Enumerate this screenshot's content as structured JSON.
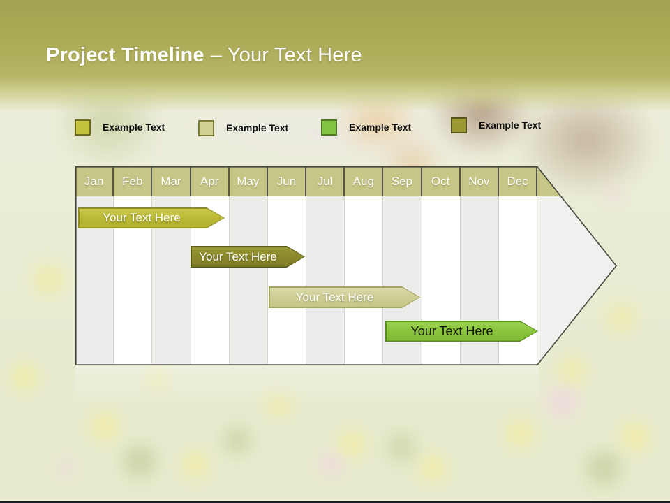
{
  "slide": {
    "title": {
      "bold": "Project Timeline",
      "light": "– Your Text Here"
    },
    "theme": {
      "band_olive": "#aaa957",
      "header_cell_fill": "#c6c687",
      "bottom_edge_color": "#181d26"
    }
  },
  "legend": {
    "items": [
      {
        "label": "Example Text",
        "color": "#c3c33e",
        "border": "#6e6e1e"
      },
      {
        "label": "Example Text",
        "color": "#d2d294",
        "border": "#7c7c3a"
      },
      {
        "label": "Example Text",
        "color": "#82c341",
        "border": "#4c7a1d"
      },
      {
        "label": "Example Text",
        "color": "#9b9733",
        "border": "#55531a"
      }
    ]
  },
  "timeline": {
    "months": [
      "Jan",
      "Feb",
      "Mar",
      "Apr",
      "May",
      "Jun",
      "Jul",
      "Aug",
      "Sep",
      "Oct",
      "Nov",
      "Dec"
    ],
    "bars": [
      {
        "label": "Your  Text Here",
        "start": "Jan",
        "end": "Mar",
        "fill": "#bcbc39",
        "text_color": "#ffffff"
      },
      {
        "label": "Your  Text Here",
        "start": "Apr",
        "end": "Jun",
        "fill": "#8b8a2d",
        "text_color": "#ffffff"
      },
      {
        "label": "Your  Text Here",
        "start": "Jun",
        "end": "Sep",
        "fill": "#cfcf96",
        "text_color": "#ffffff"
      },
      {
        "label": "Your  Text Here",
        "start": "Sep",
        "end": "Dec",
        "fill": "#8cc63e",
        "text_color": "#131308"
      }
    ]
  }
}
